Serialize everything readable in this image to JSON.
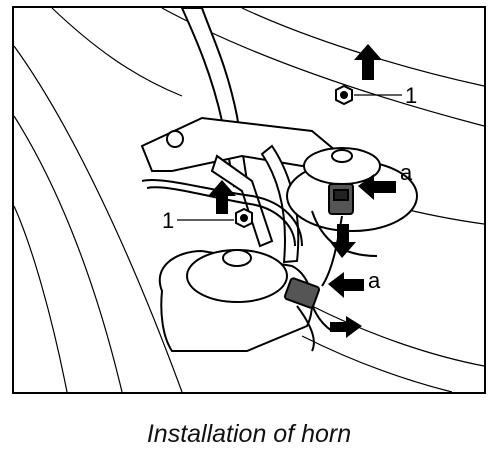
{
  "figure": {
    "labels": {
      "nut_upper": "1",
      "nut_lower": "1",
      "connector_upper": "a",
      "connector_lower": "a"
    }
  },
  "caption": "Installation of horn"
}
